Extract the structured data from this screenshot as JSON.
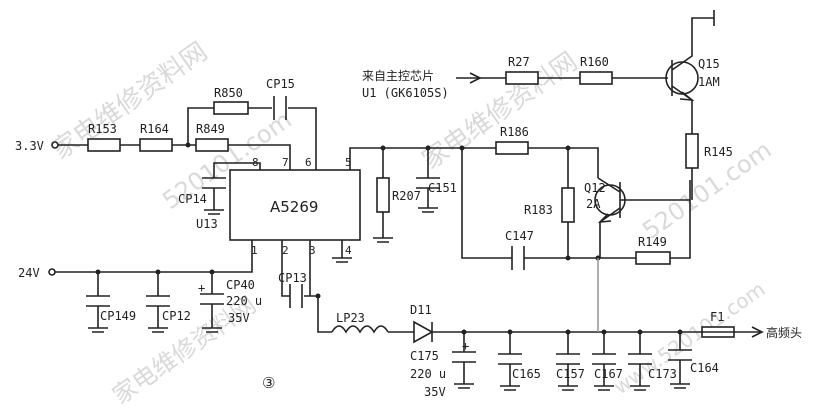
{
  "diagram": {
    "figure_number": "③",
    "inputs": {
      "v33": "3.3V",
      "v24": "24V"
    },
    "signal_source": {
      "line1": "来自主控芯片",
      "line2": "U1 (GK6105S)"
    },
    "output_label": "高频头",
    "ic": {
      "name": "A5269",
      "ref": "U13",
      "pins": [
        "1",
        "2",
        "3",
        "4",
        "5",
        "6",
        "7",
        "8"
      ]
    },
    "resistors": [
      "R153",
      "R164",
      "R849",
      "R850",
      "R27",
      "R160",
      "R186",
      "R183",
      "R207",
      "R145",
      "R149"
    ],
    "capacitors": {
      "cp15": "CP15",
      "cp14": "CP14",
      "c151": "C151",
      "c147": "C147",
      "cp13": "CP13",
      "cp149": "CP149",
      "cp12": "CP12",
      "cp40": "CP40",
      "cp40_value": "220 u",
      "cp40_voltage": "35V",
      "c175": "C175",
      "c175_value": "220 u",
      "c175_voltage": "35V",
      "c165": "C165",
      "c157": "C157",
      "c167": "C167",
      "c173": "C173",
      "c164": "C164"
    },
    "transistors": {
      "q15": "Q15",
      "q15_type": "1AM",
      "q12": "Q12",
      "q12_type": "2A"
    },
    "inductor": "LP23",
    "diode": "D11",
    "fuse": "F1",
    "watermarks": [
      "家电维修资料网",
      "520101.com",
      "www.520101.com"
    ]
  }
}
